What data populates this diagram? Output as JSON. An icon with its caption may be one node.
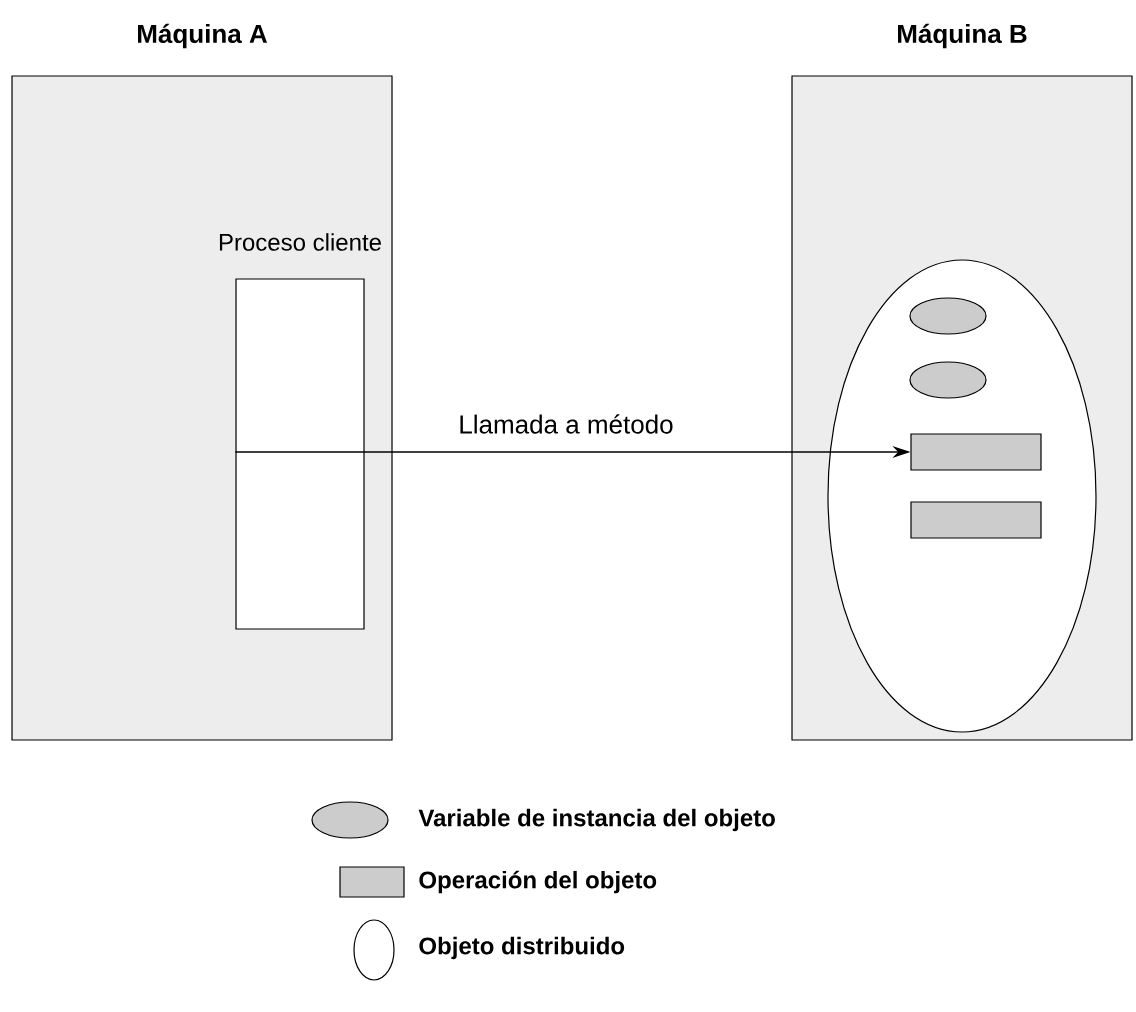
{
  "diagram": {
    "nodes": [
      {
        "text": [
          "Máquina A"
        ]
      },
      {
        "text": [
          "Proceso cliente"
        ],
        "in": 0
      },
      {
        "text": [
          "Máquina B"
        ]
      },
      {
        "text": [],
        "shape": "ellipse",
        "in": 2
      },
      {
        "text": [],
        "shape": "ellipse",
        "in": 3
      },
      {
        "text": [],
        "shape": "ellipse",
        "in": 3
      },
      {
        "text": [],
        "shape": "box",
        "in": 3
      },
      {
        "text": [],
        "shape": "box",
        "in": 3
      }
    ],
    "edges": [
      {
        "from": 1,
        "to": 6,
        "arrow": "to",
        "label": "Llamada a método"
      }
    ],
    "legend": [
      {
        "text": "Variable de instancia del objeto"
      },
      {
        "text": "Operación del objeto"
      },
      {
        "text": "Objeto distribuido"
      }
    ]
  }
}
